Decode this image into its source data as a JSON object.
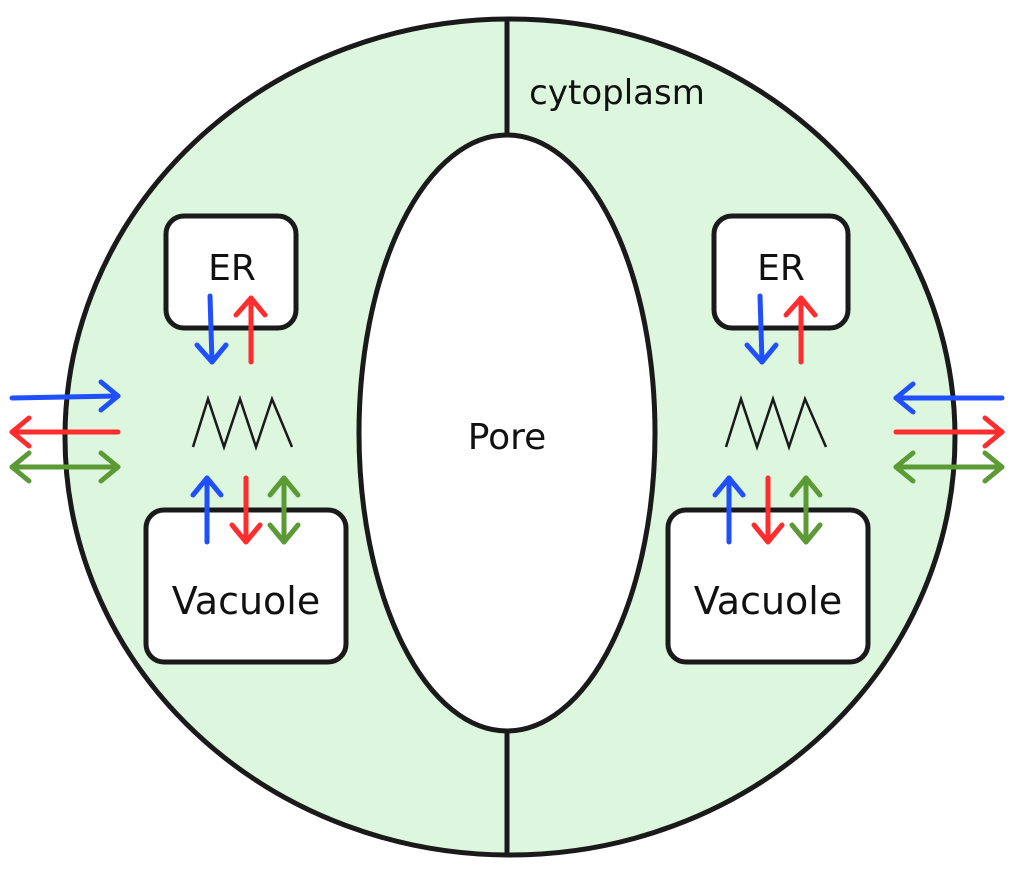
{
  "labels": {
    "cytoplasm": "cytoplasm",
    "pore": "Pore",
    "left_er": "ER",
    "right_er": "ER",
    "left_vacuole": "Vacuole",
    "right_vacuole": "Vacuole"
  },
  "colors": {
    "cell_fill": "#ddf7de",
    "outline": "#1a1a1a",
    "blue": "#1f4fff",
    "red": "#ff2d2d",
    "green": "#5b9a35"
  }
}
